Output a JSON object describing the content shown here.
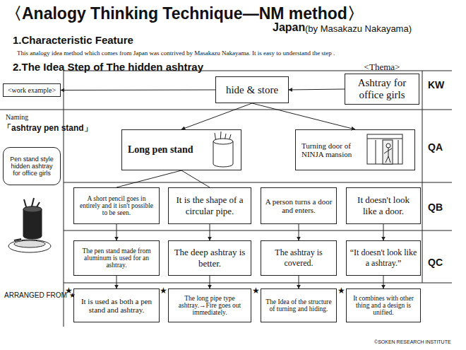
{
  "diagram": {
    "title": "〈Analogy Thinking Technique—NM method〉",
    "nodes": [
      {
        "text": [
          "<Thema>",
          "Ashtray for office girls"
        ]
      },
      {
        "text": [
          "hide & store"
        ]
      },
      {
        "text": [
          "<work example>"
        ]
      },
      {
        "text": [
          "Pen stand style hidden ashtray for office girls"
        ]
      },
      {
        "text": [
          "Long pen stand"
        ]
      },
      {
        "text": [
          "Turning door of NINJA mansion"
        ]
      },
      {
        "text": [
          "A short pencil goes in entirely and it isn't possible to be seen."
        ]
      },
      {
        "text": [
          "It is the shape of a circular pipe."
        ]
      },
      {
        "text": [
          "A person turns a door and enters."
        ]
      },
      {
        "text": [
          "It doesn't look like a door."
        ]
      },
      {
        "text": [
          "The pen stand made from aluminum is used for an ashtray."
        ]
      },
      {
        "text": [
          "The deep ashtray is better."
        ]
      },
      {
        "text": [
          "The ashtray is covered."
        ]
      },
      {
        "text": [
          "“It doesn't look like a ashtray.”"
        ]
      },
      {
        "text": [
          "It is used as both a pen stand and ashtray."
        ]
      },
      {
        "text": [
          "The long pipe type ashtray.→Fire goes out immediately."
        ]
      },
      {
        "text": [
          "The Idea of the structure of turning and hiding."
        ]
      },
      {
        "text": [
          "It combines with other thing and a design is unified."
        ]
      }
    ],
    "edges": [
      {
        "from": 0,
        "to": 1,
        "arrow": "to"
      },
      {
        "from": 1,
        "to": 2,
        "arrow": "to"
      },
      {
        "from": 1,
        "to": 4,
        "arrow": "to"
      },
      {
        "from": 1,
        "to": 5,
        "arrow": "to"
      },
      {
        "from": 4,
        "to": 6,
        "arrow": "none"
      },
      {
        "from": 4,
        "to": 7,
        "arrow": "none"
      },
      {
        "from": 6,
        "to": 10,
        "arrow": "to"
      },
      {
        "from": 7,
        "to": 11,
        "arrow": "to"
      },
      {
        "from": 8,
        "to": 12,
        "arrow": "to"
      },
      {
        "from": 9,
        "to": 13,
        "arrow": "to"
      },
      {
        "from": 10,
        "to": 14,
        "arrow": "to"
      },
      {
        "from": 11,
        "to": 15,
        "arrow": "to"
      },
      {
        "from": 12,
        "to": 16,
        "arrow": "to"
      },
      {
        "from": 13,
        "to": 17,
        "arrow": "to"
      }
    ],
    "labels": [
      "Japan",
      "(by Masakazu Nakayama)",
      "1.Characteristic Feature",
      "This analogy idea method which comes from Japan was contrived by Masakazu Nakayama.  It is easy to understand the step .",
      "2.The Idea Step of The hidden ashtray",
      "KW",
      "QA",
      "QB",
      "QC",
      "Naming",
      "「ashtray pen stand」",
      "ARRANGED FROM ★",
      "★",
      "★",
      "★",
      "★",
      "©SOKEN RESEARCH INSTITUTE"
    ]
  }
}
